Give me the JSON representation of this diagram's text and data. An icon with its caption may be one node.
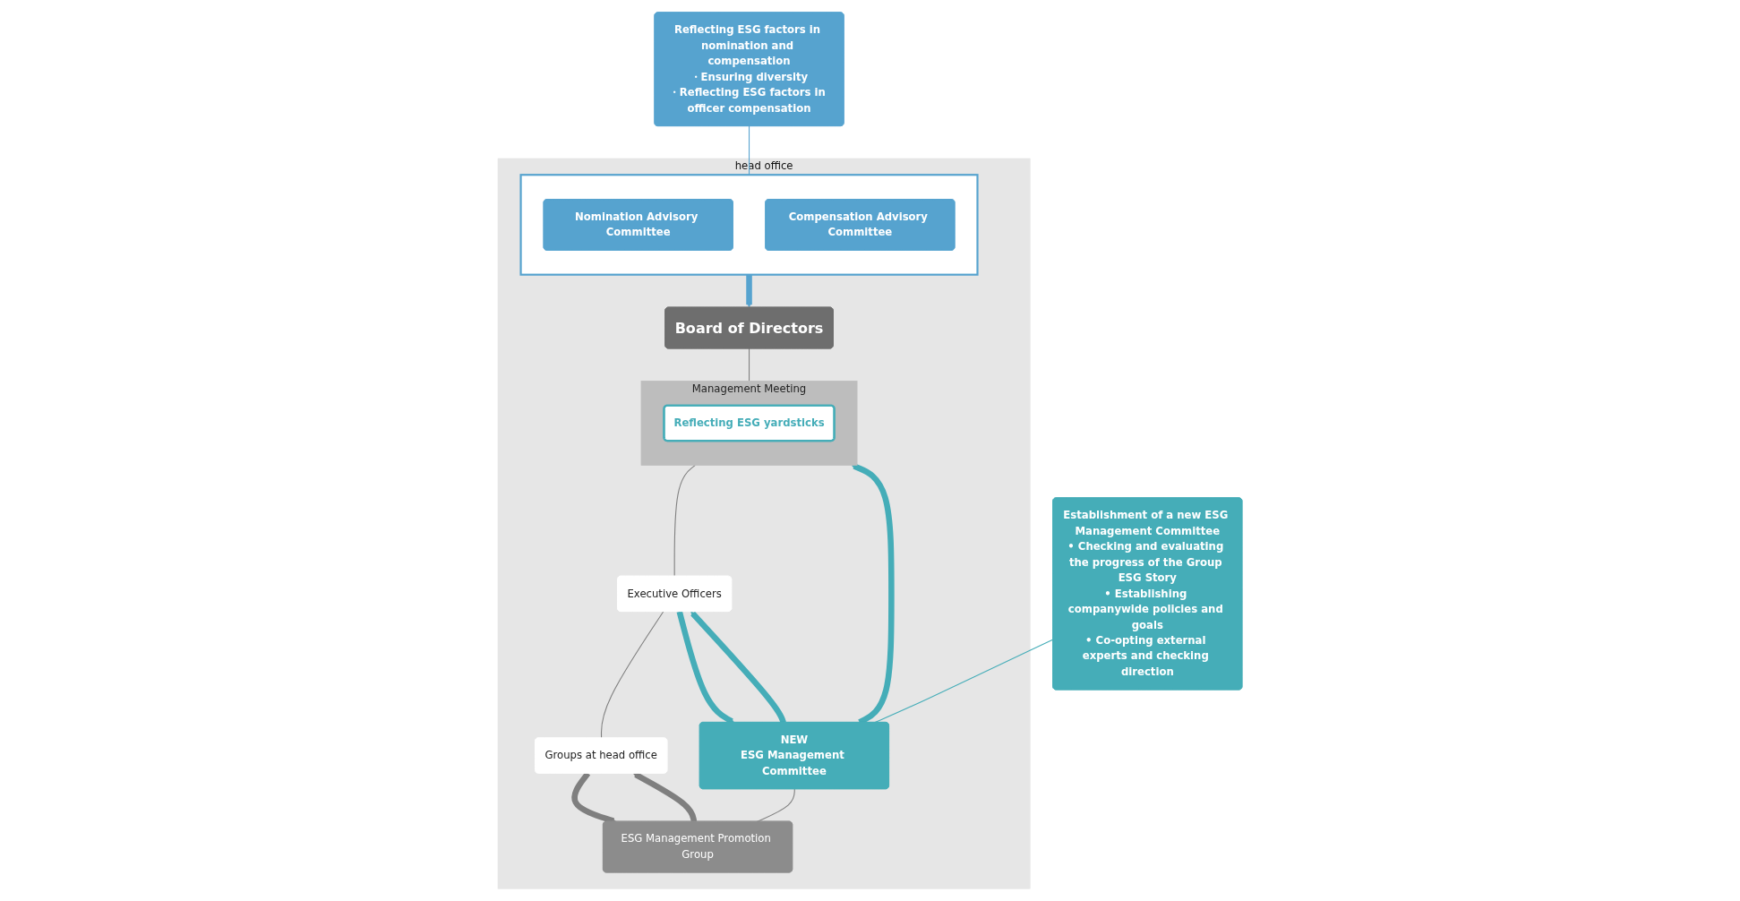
{
  "diagram": {
    "nodes": [
      {
        "text": [
          "head office"
        ]
      },
      {
        "text": [
          "Board of Directors"
        ],
        "in": 0
      },
      {
        "text": [],
        "shape": "box",
        "in": 0
      },
      {
        "text": [
          "Nomination Advisory Committee"
        ],
        "in": 2
      },
      {
        "text": [
          "Compensation Advisory Committee"
        ],
        "in": 2
      },
      {
        "text": [
          "Management Meeting"
        ],
        "in": 0
      },
      {
        "text": [
          "Reflecting ESG yardsticks"
        ],
        "in": 5
      },
      {
        "text": [
          "Executive Officers"
        ],
        "in": 0
      },
      {
        "text": [
          "NEW",
          "ESG Management Committee"
        ],
        "in": 0
      },
      {
        "text": [
          "Groups at head office"
        ],
        "in": 0
      },
      {
        "text": [
          "ESG Management Promotion Group"
        ],
        "in": 0
      },
      {
        "text": [
          "Reflecting ESG factors in nomination and compensation",
          "・Ensuring diversity",
          "・Reflecting ESG factors in officer compensation"
        ]
      },
      {
        "text": [
          "Establishment of a new ESG Management Committee",
          "• Checking and evaluating the progress of the Group ESG Story",
          "• Establishing companywide policies and goals",
          "• Co-opting external experts and checking direction"
        ]
      }
    ],
    "edges": [
      {
        "from": 2,
        "to": 1,
        "arrow": "to",
        "style": "thick",
        "color": "#56a3cf"
      },
      {
        "from": 1,
        "to": 5,
        "arrow": "none"
      },
      {
        "from": 5,
        "to": 7,
        "arrow": "none"
      },
      {
        "from": 7,
        "to": 9,
        "arrow": "none"
      },
      {
        "from": 8,
        "to": 5,
        "arrow": "to",
        "style": "thick",
        "color": "#45adb8"
      },
      {
        "from": 8,
        "to": 7,
        "arrow": "to",
        "style": "thick",
        "color": "#45adb8"
      },
      {
        "from": 7,
        "to": 8,
        "arrow": "to",
        "style": "thick",
        "color": "#45adb8"
      },
      {
        "from": 8,
        "to": 10,
        "arrow": "none"
      },
      {
        "from": 10,
        "to": 9,
        "arrow": "to",
        "style": "thick"
      },
      {
        "from": 9,
        "to": 10,
        "arrow": "to",
        "style": "thick"
      },
      {
        "from": 11,
        "to": 2,
        "arrow": "none",
        "color": "#56a3cf"
      },
      {
        "from": 12,
        "to": 8,
        "arrow": "none",
        "color": "#45adb8"
      }
    ]
  }
}
